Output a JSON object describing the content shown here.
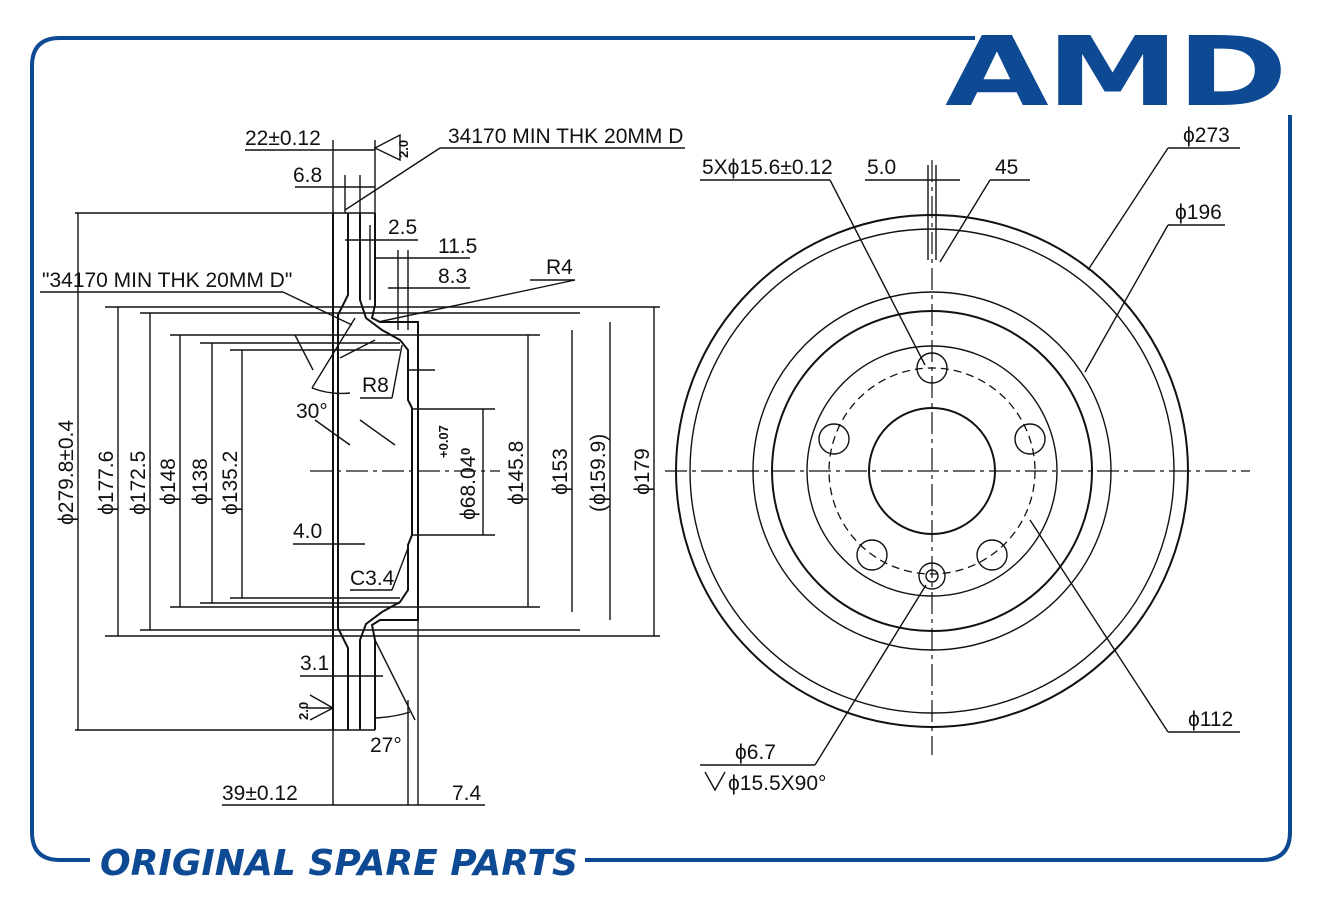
{
  "brand": {
    "logo": "AMD",
    "footer": "ORIGINAL SPARE PARTS",
    "color": "#0d4a93"
  },
  "section_view": {
    "thickness": "22±0.12",
    "width_6_8": "6.8",
    "roughness_top": "2.0",
    "note_top": "34170 MIN THK 20MM D",
    "note_left": "\"34170 MIN THK 20MM D\"",
    "d_2_5": "2.5",
    "d_11_5": "11.5",
    "d_8_3": "8.3",
    "radius_r4": "R4",
    "radius_r8": "R8",
    "angle_30": "30°",
    "d_4_0": "4.0",
    "chamfer": "C3.4",
    "d_3_1": "3.1",
    "roughness_bottom": "2.0",
    "angle_27": "27°",
    "height_total": "39±0.12",
    "d_7_4": "7.4",
    "dia_outer": "ϕ279.8±0.4",
    "dia_177_6": "ϕ177.6",
    "dia_172_5": "ϕ172.5",
    "dia_148": "ϕ148",
    "dia_138": "ϕ138",
    "dia_135_2": "ϕ135.2",
    "dia_bore": "ϕ68.04",
    "bore_tol_upper": "+0.07",
    "bore_tol_lower": "0",
    "dia_145_8": "ϕ145.8",
    "dia_153": "ϕ153",
    "dia_159_9": "(ϕ159.9)",
    "dia_179": "ϕ179"
  },
  "front_view": {
    "bolt_holes": "5Xϕ15.6±0.12",
    "d_5_0": "5.0",
    "angle_45": "45",
    "dia_273": "ϕ273",
    "dia_196": "ϕ196",
    "dia_112": "ϕ112",
    "small_hole": "ϕ6.7",
    "countersink": "ϕ15.5X90°"
  }
}
